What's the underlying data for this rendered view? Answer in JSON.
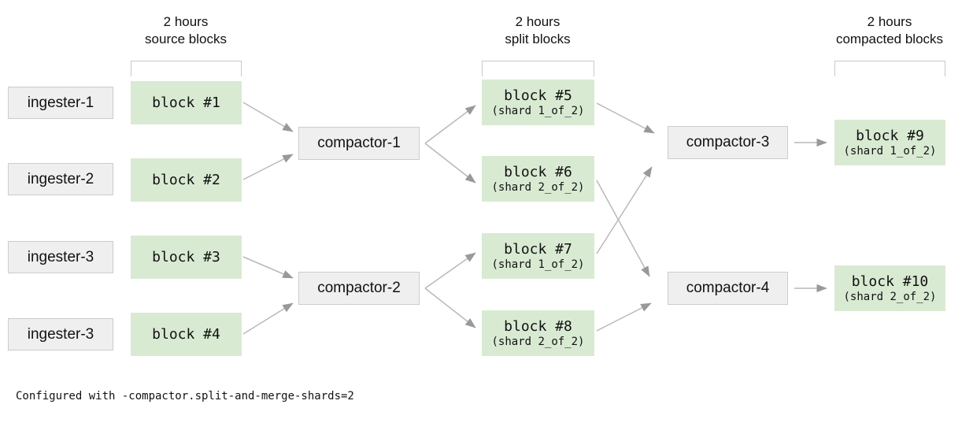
{
  "column_headers": {
    "source": {
      "duration": "2 hours",
      "label": "source blocks"
    },
    "split": {
      "duration": "2 hours",
      "label": "split blocks"
    },
    "compacted": {
      "duration": "2 hours",
      "label": "compacted blocks"
    }
  },
  "ingesters": [
    {
      "label": "ingester-1"
    },
    {
      "label": "ingester-2"
    },
    {
      "label": "ingester-3"
    },
    {
      "label": "ingester-3"
    }
  ],
  "source_blocks": [
    {
      "label": "block #1"
    },
    {
      "label": "block #2"
    },
    {
      "label": "block #3"
    },
    {
      "label": "block #4"
    }
  ],
  "split_compactors": [
    {
      "label": "compactor-1"
    },
    {
      "label": "compactor-2"
    }
  ],
  "split_blocks": [
    {
      "label": "block #5",
      "shard": "(shard 1_of_2)"
    },
    {
      "label": "block #6",
      "shard": "(shard 2_of_2)"
    },
    {
      "label": "block #7",
      "shard": "(shard 1_of_2)"
    },
    {
      "label": "block #8",
      "shard": "(shard 2_of_2)"
    }
  ],
  "merge_compactors": [
    {
      "label": "compactor-3"
    },
    {
      "label": "compactor-4"
    }
  ],
  "compacted_blocks": [
    {
      "label": "block #9",
      "shard": "(shard 1_of_2)"
    },
    {
      "label": "block #10",
      "shard": "(shard 2_of_2)"
    }
  ],
  "caption": "Configured with -compactor.split-and-merge-shards=2",
  "connections": [
    {
      "from": "block #1",
      "to": "compactor-1"
    },
    {
      "from": "block #2",
      "to": "compactor-1"
    },
    {
      "from": "block #3",
      "to": "compactor-2"
    },
    {
      "from": "block #4",
      "to": "compactor-2"
    },
    {
      "from": "compactor-1",
      "to": "block #5"
    },
    {
      "from": "compactor-1",
      "to": "block #6"
    },
    {
      "from": "compactor-2",
      "to": "block #7"
    },
    {
      "from": "compactor-2",
      "to": "block #8"
    },
    {
      "from": "block #5",
      "to": "compactor-3"
    },
    {
      "from": "block #6",
      "to": "compactor-4"
    },
    {
      "from": "block #7",
      "to": "compactor-3"
    },
    {
      "from": "block #8",
      "to": "compactor-4"
    },
    {
      "from": "compactor-3",
      "to": "block #9"
    },
    {
      "from": "compactor-4",
      "to": "block #10"
    }
  ],
  "colors": {
    "block_fill": "#d9ead3",
    "node_fill": "#efefef",
    "node_border": "#cccccc",
    "arrow_line": "#b9b9b9",
    "arrow_head": "#999999",
    "bracket": "#c9c9c9",
    "text": "#111111"
  }
}
